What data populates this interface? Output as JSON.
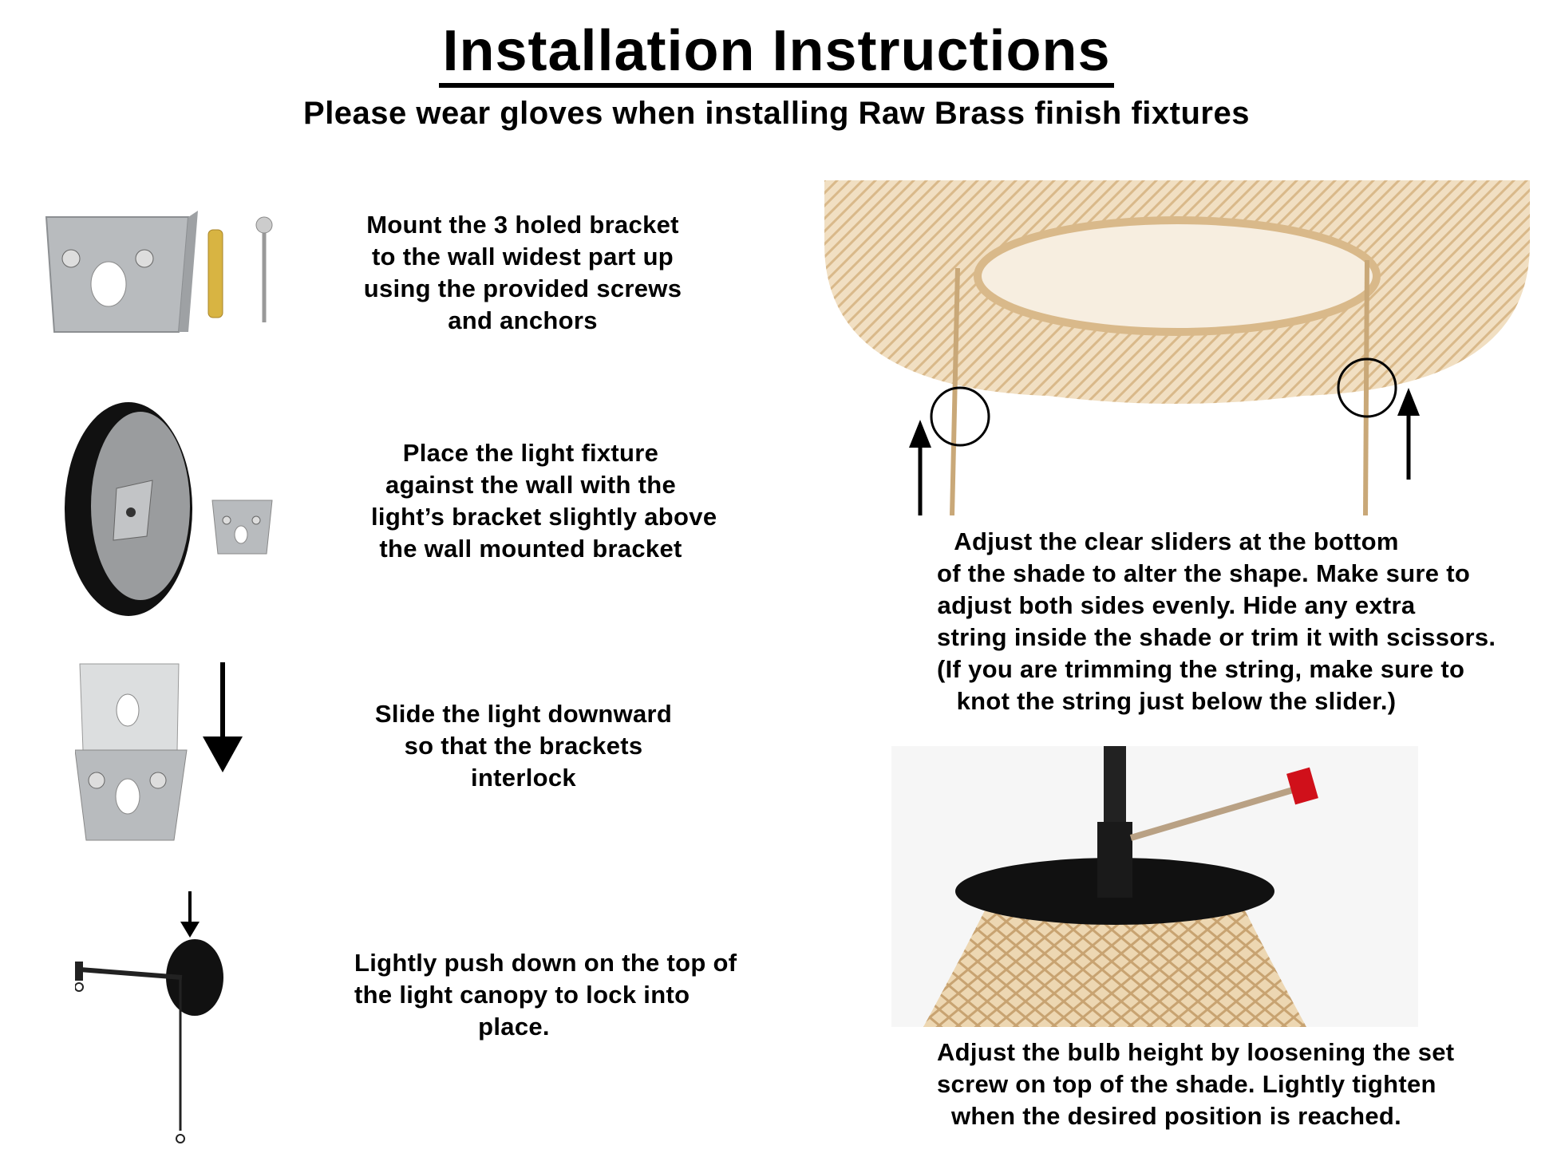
{
  "header": {
    "title": "Installation Instructions",
    "subtitle": "Please wear gloves when installing Raw Brass finish fixtures"
  },
  "steps_left": [
    {
      "lines": [
        "Mount the 3 holed bracket",
        "to the wall widest part up",
        "using the provided screws",
        "and anchors"
      ],
      "image": "bracket-screws-anchors"
    },
    {
      "lines": [
        "Place the light fixture",
        "against the wall with the",
        "light’s bracket slightly above",
        "the wall mounted bracket"
      ],
      "image": "canopy-with-bracket"
    },
    {
      "lines": [
        "Slide the light downward",
        "so that the brackets",
        "interlock"
      ],
      "image": "interlocking-brackets"
    },
    {
      "lines": [
        "Lightly push down on the top of",
        "the light canopy to lock into",
        "place."
      ],
      "image": "sconce-push-down"
    }
  ],
  "steps_right": [
    {
      "lines": [
        "Adjust the clear sliders at the bottom",
        "of the shade to alter the shape. Make sure to",
        "adjust both sides evenly. Hide any extra",
        "string inside the shade or trim it with scissors.",
        "(If you are trimming the string, make sure to",
        "knot the string just below the slider.)"
      ],
      "image": "rattan-shade-sliders"
    },
    {
      "lines": [
        "Adjust the bulb height by loosening the set",
        "screw on top of the shade. Lightly tighten",
        "when the desired position is reached."
      ],
      "image": "shade-set-screw"
    }
  ],
  "colors": {
    "rattan": "#e8cfa8",
    "bracket": "#b9bcbf",
    "fixture": "#111111",
    "screwdriver_handle": "#d0101a"
  }
}
